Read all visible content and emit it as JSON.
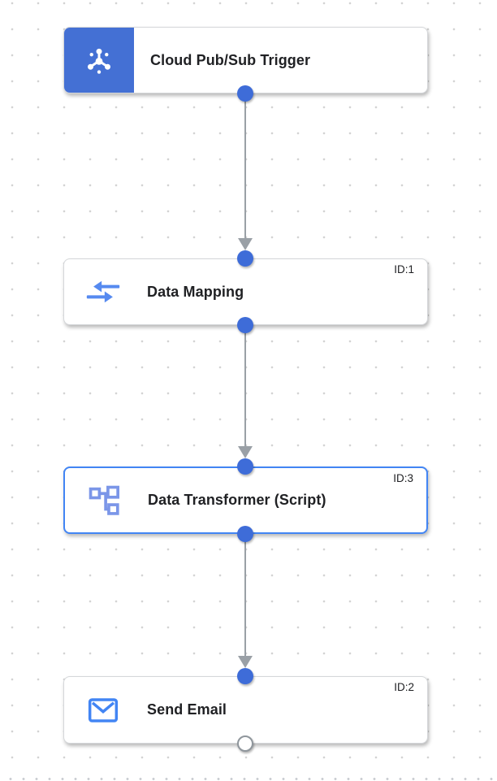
{
  "app": {
    "view": "integration-workflow-canvas"
  },
  "nodes": [
    {
      "label": "Cloud Pub/Sub Trigger",
      "id_label": "",
      "kind": "trigger",
      "icon": "pubsub-trigger-icon",
      "selected": false
    },
    {
      "label": "Data Mapping",
      "id_label": "ID:1",
      "kind": "task",
      "icon": "data-mapping-icon",
      "selected": false
    },
    {
      "label": "Data Transformer (Script)",
      "id_label": "ID:3",
      "kind": "task",
      "icon": "data-transformer-icon",
      "selected": true
    },
    {
      "label": "Send Email",
      "id_label": "ID:2",
      "kind": "task",
      "icon": "send-email-icon",
      "selected": false
    }
  ],
  "edges": [
    {
      "from": "Cloud Pub/Sub Trigger",
      "to": "Data Mapping"
    },
    {
      "from": "Data Mapping",
      "to": "Data Transformer (Script)"
    },
    {
      "from": "Data Transformer (Script)",
      "to": "Send Email"
    }
  ],
  "colors": {
    "trigger_block_blue": "#4470d4",
    "port_dot_blue": "#3e6cd8",
    "selected_border_blue": "#4285f4",
    "edge_gray": "#9aa0a6",
    "node_border_gray": "#d5d7da",
    "title_text": "#202124",
    "grid_dot_gray": "#d3d3d3",
    "mapping_icon_blue": "#568af0",
    "transformer_icon_blue": "#7b96e8",
    "email_icon_blue": "#4285f4"
  }
}
